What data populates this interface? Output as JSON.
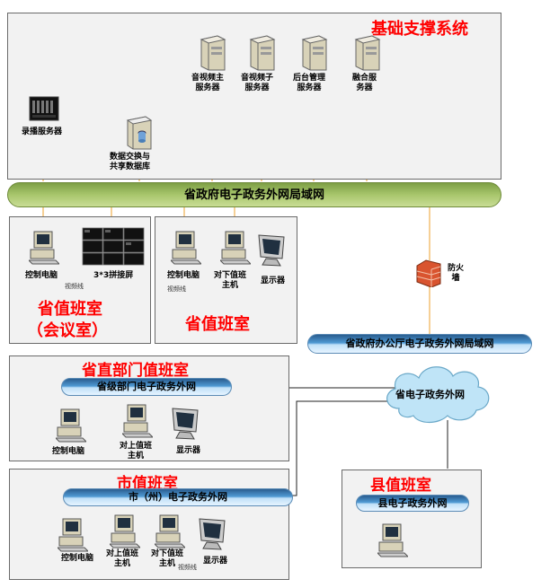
{
  "sections": {
    "base_system": "基础支撑系统",
    "provincial_duty_meeting": "省值班室",
    "provincial_duty_meeting_sub": "（会议室）",
    "provincial_duty": "省值班室",
    "direct_dept": "省直部门值班室",
    "city": "市值班室",
    "county": "县值班室"
  },
  "networks": {
    "gov_lan": "省政府电子政务外网局域网",
    "office_lan": "省政府办公厅电子政务外网局域网",
    "provincial_external": "省电子政务外网",
    "dept_network": "省级部门电子政务外网",
    "city_network": "市（州）电子政务外网",
    "county_network": "县电子政务外网"
  },
  "servers": {
    "recording": "录播服务器",
    "data_exchange": [
      "数据交换与",
      "共享数据库"
    ],
    "av_main": [
      "音视频主",
      "服务器"
    ],
    "av_sub": [
      "音视频子",
      "服务器"
    ],
    "backend": [
      "后台管理",
      "服务器"
    ],
    "fusion": [
      "融合服",
      "务器"
    ]
  },
  "devices": {
    "control_pc": "控制电脑",
    "video_wall": "3*3拼接屏",
    "lower_host": [
      "对下值班",
      "主机"
    ],
    "upper_host": [
      "对上值班",
      "主机"
    ],
    "display": "显示器",
    "video_cable": "视频线",
    "firewall": [
      "防火",
      "墙"
    ]
  },
  "colors": {
    "title_red": "#ff0000",
    "lan_green": "#a8c66c",
    "pill_blue": "#4f9ad4",
    "line_orange": "#f0b050",
    "panel_gray": "#f2f2f2"
  }
}
